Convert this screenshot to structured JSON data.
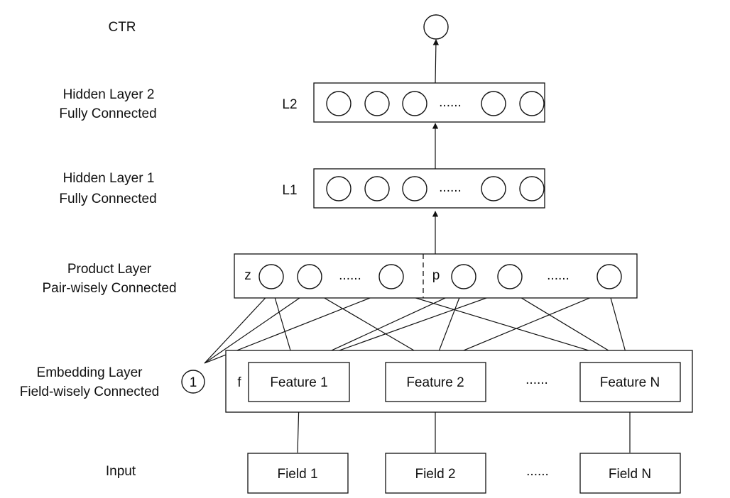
{
  "layer_labels": {
    "ctr": "CTR",
    "hidden2_line1": "Hidden Layer 2",
    "hidden2_line2": "Fully Connected",
    "hidden1_line1": "Hidden Layer 1",
    "hidden1_line2": "Fully Connected",
    "product_line1": "Product Layer",
    "product_line2": "Pair-wisely Connected",
    "embedding_line1": "Embedding Layer",
    "embedding_line2": "Field-wisely Connected",
    "input": "Input"
  },
  "box_labels": {
    "l2": "L2",
    "l1": "L1",
    "z": "z",
    "p": "p",
    "f": "f",
    "constant_one": "1"
  },
  "ellipsis": "......",
  "features": [
    "Feature 1",
    "Feature 2",
    "Feature N"
  ],
  "fields": [
    "Field 1",
    "Field 2",
    "Field N"
  ]
}
